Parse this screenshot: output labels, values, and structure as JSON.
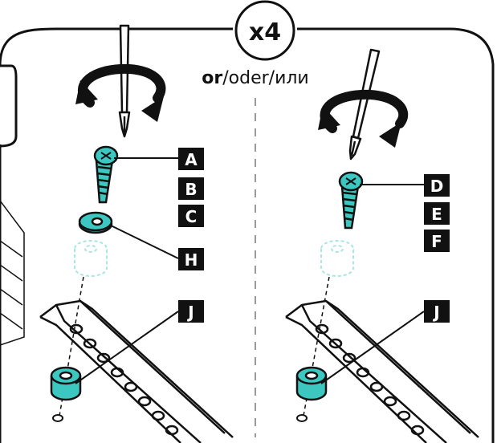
{
  "header": {
    "quantity": "x4",
    "alternative": {
      "first": "or",
      "rest": "/oder/или"
    }
  },
  "left_panel": {
    "labels": [
      "A",
      "B",
      "C",
      "H",
      "J"
    ]
  },
  "right_panel": {
    "labels": [
      "D",
      "E",
      "F",
      "J"
    ]
  },
  "colors": {
    "outline": "#111111",
    "part_fill": "#3cc8c0",
    "ghost_part": "#a8e6e3",
    "label_bg": "#111111",
    "label_text": "#ffffff",
    "divider": "#9a9a9a"
  },
  "icons": [
    "screwdriver-icon",
    "rotate-arrow-icon",
    "screw-icon",
    "washer-icon",
    "spacer-icon",
    "bracket-rail-icon"
  ]
}
